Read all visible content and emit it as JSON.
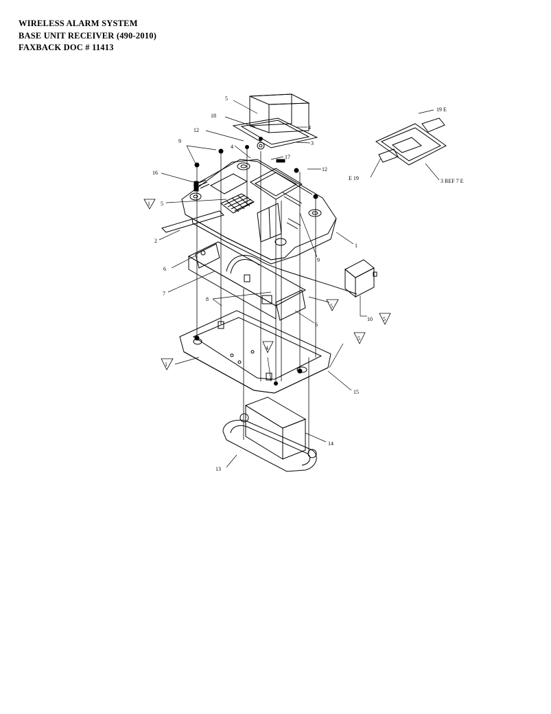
{
  "header": {
    "line1": "WIRELESS ALARM SYSTEM",
    "line2": "BASE UNIT RECEIVER (490-2010)",
    "line3": "FAXBACK DOC # 11413"
  },
  "callouts": {
    "c5_top": "5",
    "c18": "18",
    "c12_left": "12",
    "c4_top": "4",
    "c3_top": "3",
    "c9_left": "9",
    "c4_mid": "4",
    "c17": "17",
    "c16": "16",
    "c12_right": "12",
    "c5_tri": "5",
    "c1_tri_left": "1",
    "c2": "2",
    "c1": "1",
    "c9_right": "9",
    "c6_left": "6",
    "c7": "7",
    "c8": "8",
    "c5_tri_mid": "5",
    "c6_right": "6",
    "c10": "10",
    "c5_tri_10": "5",
    "c5_tri_right": "5",
    "c4_tri": "4",
    "c1_tri_bottom": "1",
    "c15": "15",
    "c14": "14",
    "c13": "13",
    "c19_top": "19  E",
    "c19_left": "E  19",
    "c3_ref": "3 REF  7  E"
  }
}
